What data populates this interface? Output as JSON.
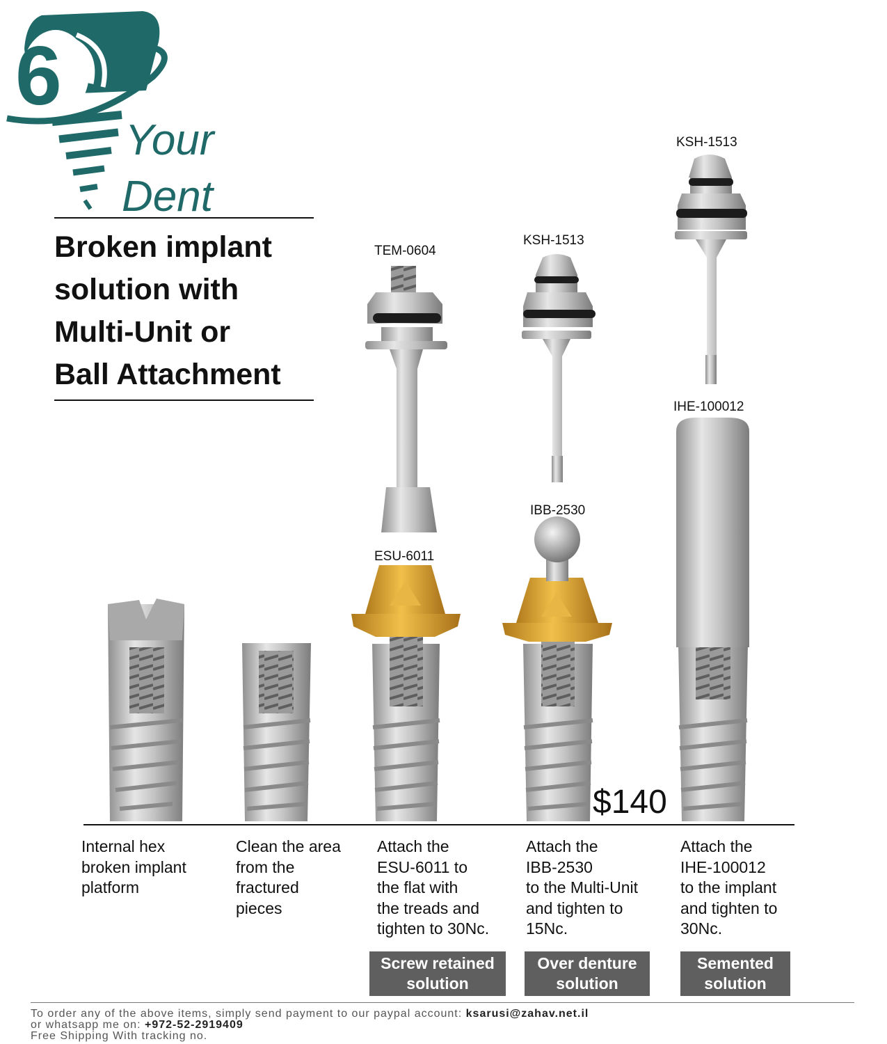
{
  "brand": {
    "name_line1": "Your",
    "name_line2": "Dent",
    "color": "#1f6a68"
  },
  "headline": [
    "Broken implant",
    "solution with",
    "Multi-Unit or",
    "Ball Attachment"
  ],
  "part_labels": {
    "tem": "TEM-0604",
    "ksh_mid": "KSH-1513",
    "ksh_right": "KSH-1513",
    "esu": "ESU-6011",
    "ibb": "IBB-2530",
    "ihe": "IHE-100012"
  },
  "price": "$140",
  "steps": [
    [
      "Internal hex",
      "broken implant",
      "platform"
    ],
    [
      "Clean the area",
      "from the",
      "fractured",
      "pieces"
    ],
    [
      "Attach the",
      "ESU-6011 to",
      "the flat with",
      "the treads and",
      "tighten to 30Nc."
    ],
    [
      "Attach the",
      "IBB-2530",
      "to the Multi-Unit",
      "and tighten to",
      "15Nc."
    ],
    [
      "Attach the",
      "IHE-100012",
      "to the implant",
      "and tighten to",
      "30Nc."
    ]
  ],
  "solutions": [
    [
      "Screw retained",
      "solution"
    ],
    [
      "Over denture",
      "solution"
    ],
    [
      "Semented",
      "solution"
    ]
  ],
  "footer": {
    "line1_text": "To order any of the above items, simply send payment to our paypal account: ",
    "email": "ksarusi@zahav.net.il",
    "line2_text": "or whatsapp me on: ",
    "phone": "+972-52-2919409",
    "line3_text": "Free Shipping With tracking no."
  },
  "colors": {
    "gold": "#d9a030",
    "metal": "#b8b8b8",
    "badge": "#5f5f5f"
  }
}
